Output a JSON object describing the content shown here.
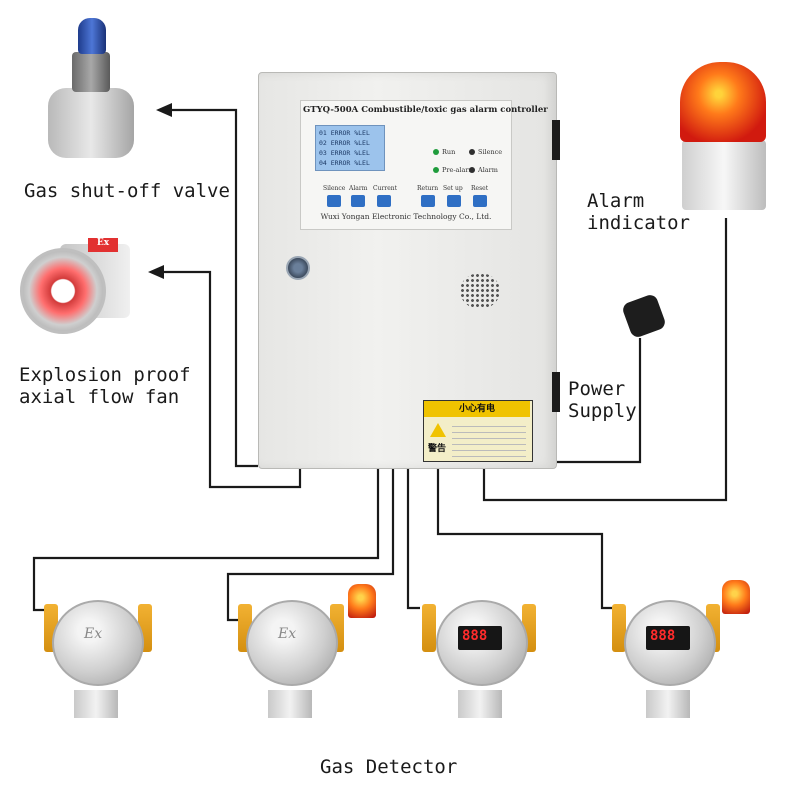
{
  "labels": {
    "valve": "Gas shut-off valve",
    "fan_line1": "Explosion proof",
    "fan_line2": "axial flow fan",
    "alarm_line1": "Alarm",
    "alarm_line2": "indicator",
    "power_line1": "Power",
    "power_line2": "Supply",
    "detector": "Gas Detector"
  },
  "controller": {
    "title": "GTYQ-500A Combustible/toxic gas alarm controller",
    "manufacturer": "Wuxi Yongan Electronic Technology Co., Ltd.",
    "lcd_rows": [
      "01 ERROR %LEL",
      "02 ERROR %LEL",
      "03 ERROR %LEL",
      "04 ERROR %LEL"
    ],
    "indicators": [
      "Run",
      "Silence",
      "Pre-alarm",
      "Alarm"
    ],
    "keys": [
      "Silence",
      "Alarm",
      "Current",
      "Return",
      "Set up",
      "Reset"
    ],
    "warning_header": "小心有电",
    "warning_side": "警告"
  },
  "detectors": {
    "ex_mark": "Ex",
    "display": "888",
    "count": 4
  }
}
